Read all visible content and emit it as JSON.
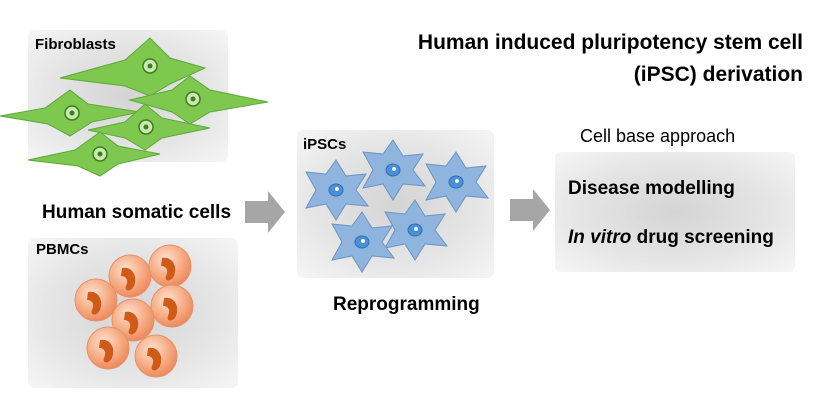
{
  "title": {
    "line1": "Human induced pluripotency stem cell",
    "line2": "(iPSC) derivation"
  },
  "sources": {
    "fibroblasts_label": "Fibroblasts",
    "pbmcs_label": "PBMCs",
    "group_label": "Human somatic cells"
  },
  "ipsc": {
    "label": "iPSCs",
    "step_label": "Reprogramming"
  },
  "applications": {
    "header": "Cell base approach",
    "item1": "Disease modelling",
    "item2_italic": "In vitro",
    "item2_rest": " drug screening"
  },
  "colors": {
    "fibroblast": "#7ec850",
    "ipsc": "#8fb4dd",
    "pbmc": "#f4a27a",
    "pbmc_nucleus": "#d05a18",
    "arrow": "#a6a6a6"
  },
  "icons": [
    "fibroblast-cell-icon",
    "ipsc-cell-icon",
    "pbmc-cell-icon",
    "right-arrow-icon"
  ]
}
